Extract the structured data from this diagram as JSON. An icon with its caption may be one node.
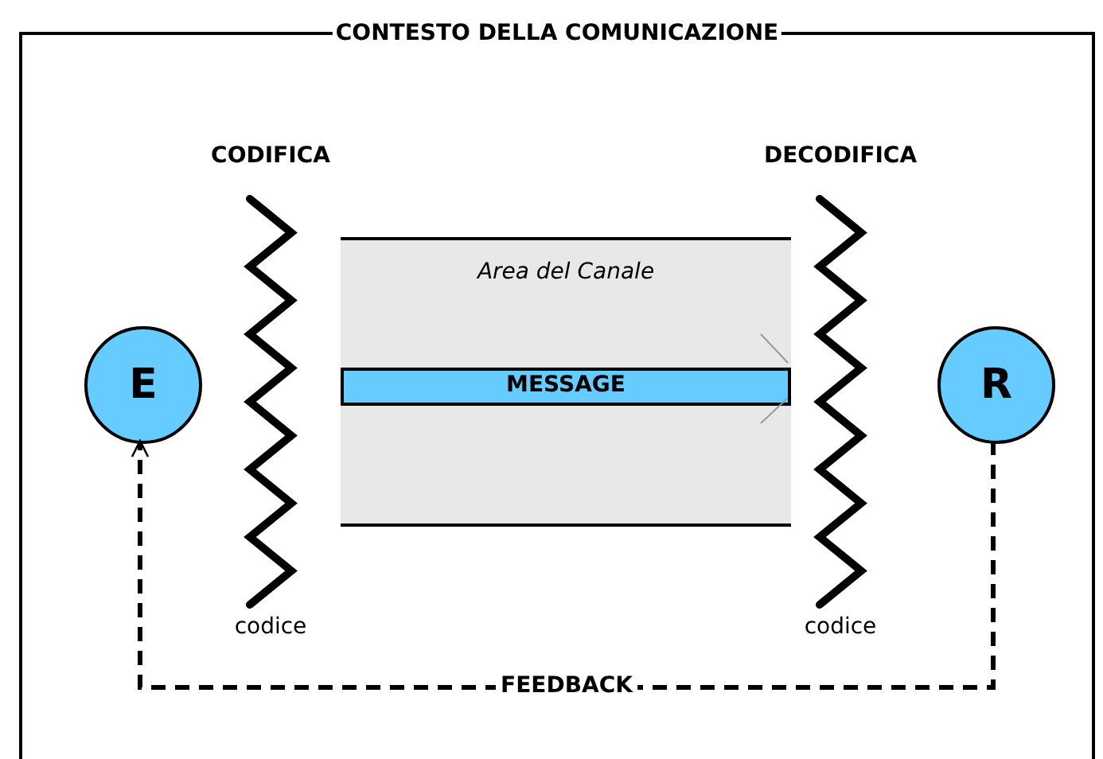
{
  "diagram": {
    "nodes": [
      {
        "text": [
          "CONTESTO DELLA COMUNICAZIONE"
        ]
      },
      {
        "text": [
          "CODIFICA",
          "codice"
        ],
        "in": 0
      },
      {
        "text": [
          "DECODIFICA",
          "codice"
        ],
        "in": 0
      },
      {
        "text": [
          "Area del Canale"
        ],
        "in": 0
      },
      {
        "text": [
          "MESSAGE"
        ],
        "in": 3
      },
      {
        "text": [
          "E"
        ],
        "in": 0
      },
      {
        "text": [
          "R"
        ],
        "in": 0
      }
    ],
    "edges": [
      {
        "from": 6,
        "to": 5,
        "arrow": "to",
        "label": "FEEDBACK",
        "style": "dashed"
      }
    ]
  }
}
